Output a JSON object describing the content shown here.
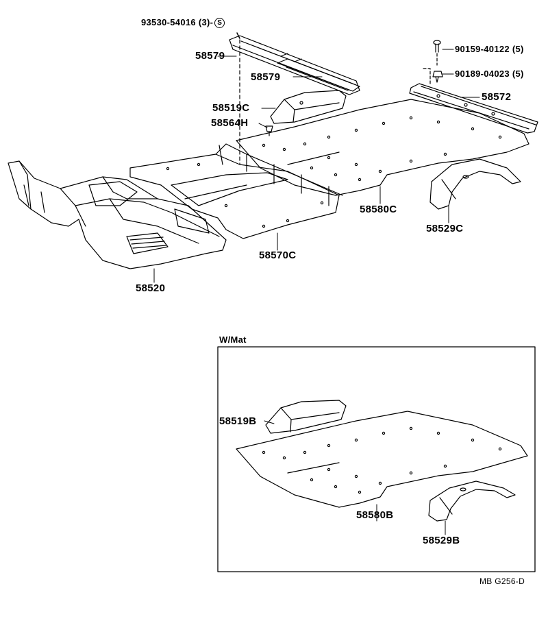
{
  "labels": {
    "bolt_93530": "93530-54016 (3)-",
    "clip_symbol": "S",
    "screw_90159": "90159-40122 (5)",
    "clip_90189": "90189-04023 (5)",
    "p58579_a": "58579",
    "p58579_b": "58579",
    "p58572": "58572",
    "p58519C": "58519C",
    "p58564H": "58564H",
    "p58580C": "58580C",
    "p58529C": "58529C",
    "p58570C": "58570C",
    "p58520": "58520",
    "wmat_title": "W/Mat",
    "p58519B": "58519B",
    "p58580B": "58580B",
    "p58529B": "58529B",
    "figure_code": "MB G256-D"
  },
  "colors": {
    "line": "#000000",
    "background": "#ffffff"
  }
}
